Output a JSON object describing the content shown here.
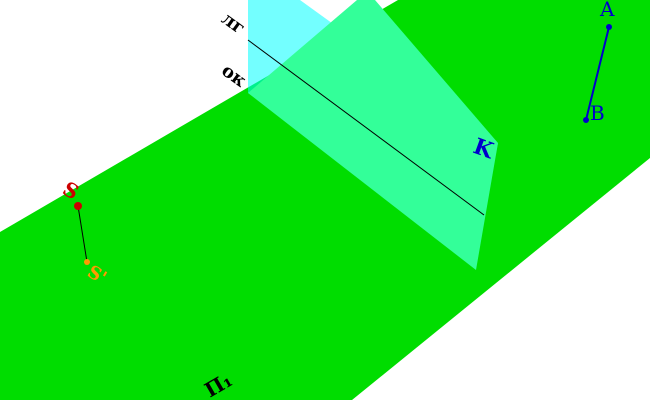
{
  "scene": {
    "colors": {
      "background": "#ffffff",
      "ground_plane": "#00dd00",
      "picture_plane": "#00ffff",
      "picture_plane_overlap": "#33ff99",
      "horizon_line": "#000000",
      "point_s": "#cc0000",
      "point_s_prime": "#ff9900",
      "segment_ab": "#0000cc"
    },
    "labels": {
      "horizon": "лг",
      "base_line": "ок",
      "picture_plane": "K",
      "point_s": "S",
      "point_s_prime": "S'",
      "point_a": "A",
      "point_b": "B",
      "ground_plane": "П₁"
    }
  }
}
